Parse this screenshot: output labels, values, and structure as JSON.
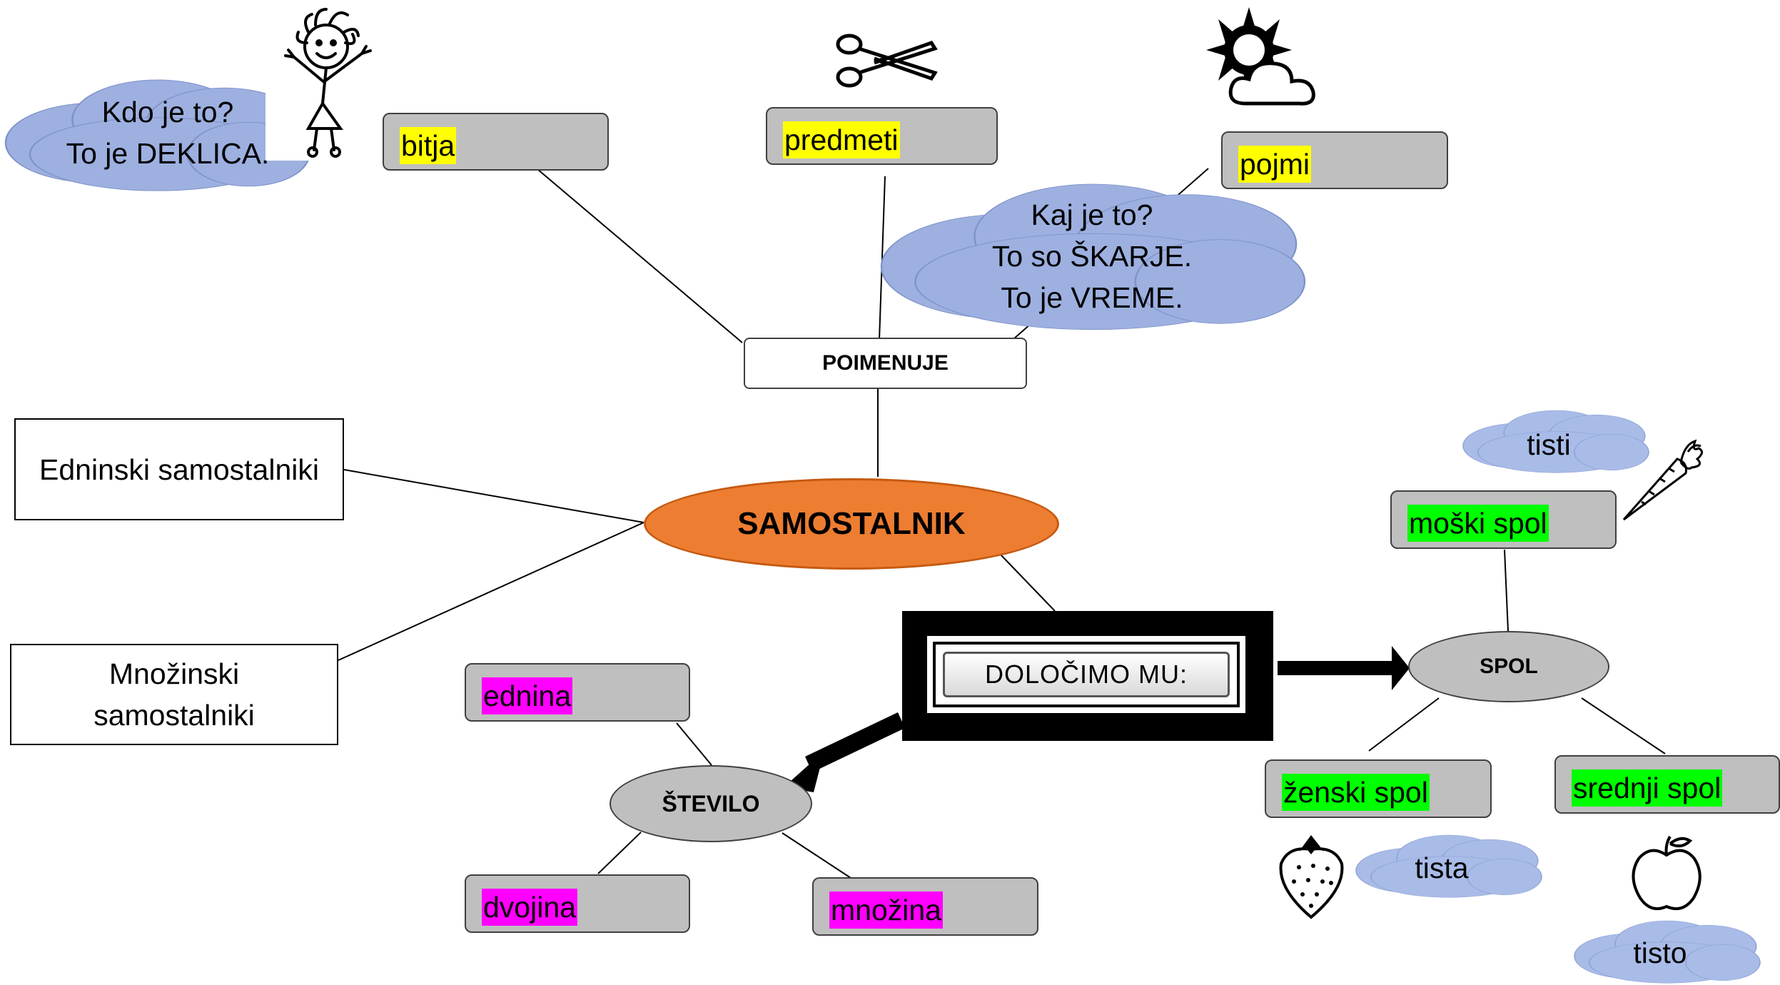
{
  "center": {
    "label": "SAMOSTALNIK"
  },
  "poimenuje": {
    "label": "POIMENUJE"
  },
  "categories": {
    "bitja": "bitja",
    "predmeti": "predmeti",
    "pojmi": "pojmi"
  },
  "clouds": {
    "kdo": "Kdo je to?\nTo je DEKLICA.",
    "kaj": "Kaj je to?\nTo so ŠKARJE.\nTo je VREME.",
    "tisti": "tisti",
    "tista": "tista",
    "tisto": "tisto"
  },
  "side_boxes": {
    "edninski": "Edninski samostalniki",
    "mnozinski": "Množinski\nsamostalniki"
  },
  "dolocimo": {
    "label": "DOLOČIMO MU:"
  },
  "spol": {
    "label": "SPOL",
    "moski": "moški spol",
    "zenski": "ženski spol",
    "srednji": "srednji spol"
  },
  "stevilo": {
    "label": "ŠTEVILO",
    "ednina": "ednina",
    "dvojina": "dvojina",
    "mnozina": "množina"
  },
  "colors": {
    "center_oval": "#ed7d31",
    "cloud": "#9db0e0",
    "box_fill": "#bfbfbf",
    "highlight_yellow": "#ffff00",
    "highlight_green": "#00ff00",
    "highlight_magenta": "#ff00ff"
  },
  "icons": [
    "girl-drawing-icon",
    "scissors-icon",
    "sun-cloud-icon",
    "carrot-icon",
    "strawberry-icon",
    "apple-icon"
  ]
}
